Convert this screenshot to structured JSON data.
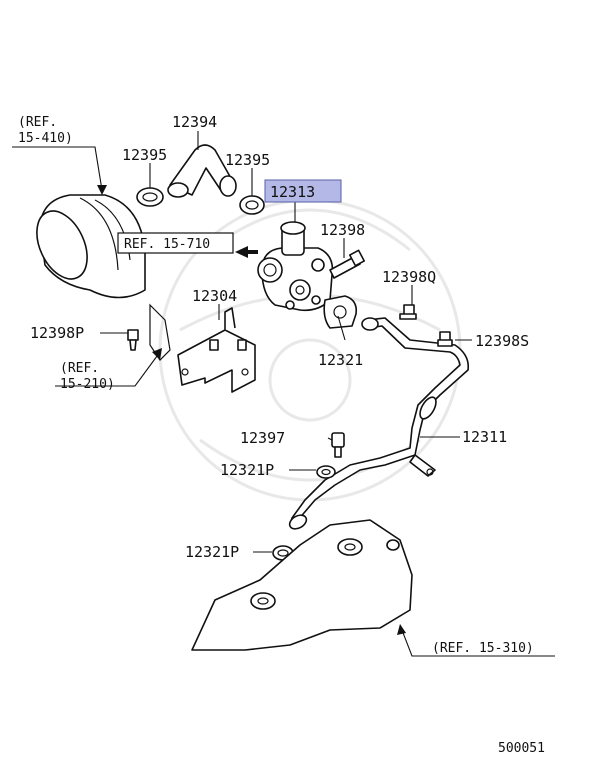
{
  "labels": {
    "ref_15_410": {
      "line1": "(REF.",
      "line2": "15-410)"
    },
    "p12394": "12394",
    "p12395_left": "12395",
    "p12395_right": "12395",
    "p12313": "12313",
    "ref_15_710": "REF. 15-710",
    "p12398": "12398",
    "p12398Q": "12398Q",
    "p12304": "12304",
    "p12398P": "12398P",
    "ref_15_210": {
      "line1": "(REF.",
      "line2": "15-210)"
    },
    "p12321": "12321",
    "p12398S": "12398S",
    "p12397": "12397",
    "p12311": "12311",
    "p12321P_upper": "12321P",
    "p12321P_lower": "12321P",
    "ref_15_310": "(REF. 15-310)",
    "diagram_code": "500051"
  },
  "colors": {
    "highlight_fill": "#b3b8e6",
    "highlight_stroke": "#5a5fa8",
    "ink": "#111111",
    "watermark": "#e8e8e8"
  },
  "icons": {
    "arrow": "left-pointing-arrow"
  }
}
